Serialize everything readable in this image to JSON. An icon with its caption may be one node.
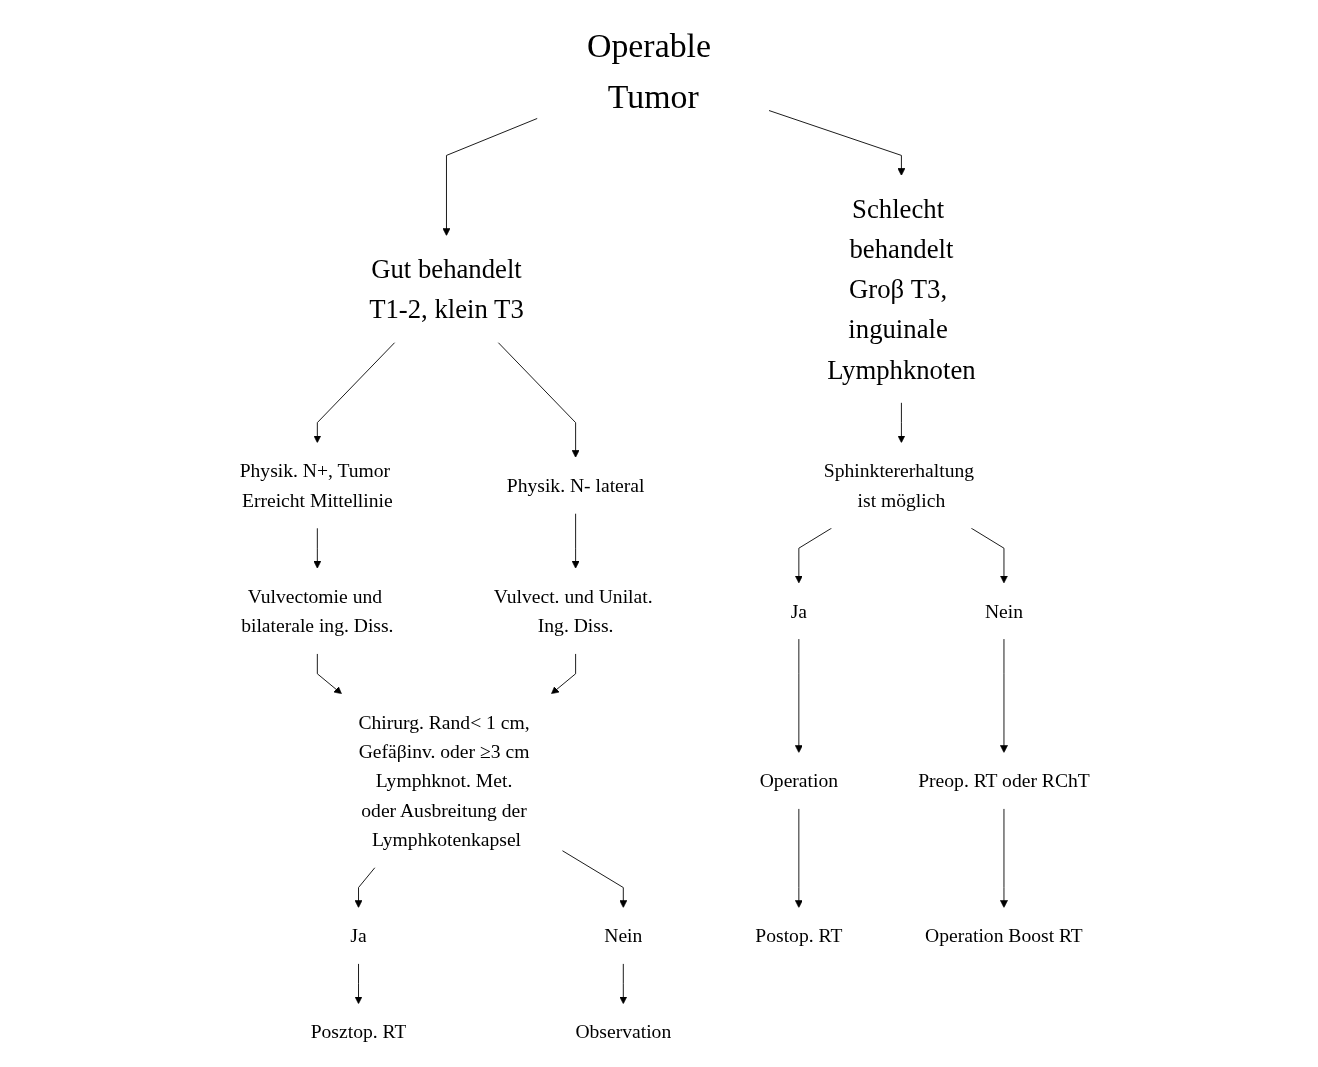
{
  "diagram": {
    "nodes": [
      {
        "text": [
          "Operable Tumor"
        ]
      },
      {
        "text": [
          "Gut behandelt",
          "T1-2, klein T3"
        ]
      },
      {
        "text": [
          "Schlecht behandelt",
          "Groβ T3, inguinale Lymphknoten"
        ]
      },
      {
        "text": [
          "Physik. N+, Tumor Erreicht Mittellinie"
        ]
      },
      {
        "text": [
          "Physik. N- lateral"
        ]
      },
      {
        "text": [
          "Sphinktererhaltung ist möglich"
        ]
      },
      {
        "text": [
          "Vulvectomie und bilaterale ing. Diss."
        ]
      },
      {
        "text": [
          "Vulvect. und Unilat. Ing. Diss."
        ]
      },
      {
        "text": [
          "Ja"
        ]
      },
      {
        "text": [
          "Nein"
        ]
      },
      {
        "text": [
          "Chirurg. Rand< 1 cm, Gefäβinv. oder ≥3 cm Lymphknot. Met. oder Ausbreitung der Lymphkotenkapsel"
        ]
      },
      {
        "text": [
          "Operation"
        ]
      },
      {
        "text": [
          "Preop. RT oder RChT"
        ]
      },
      {
        "text": [
          "Ja"
        ]
      },
      {
        "text": [
          "Nein"
        ]
      },
      {
        "text": [
          "Posztop. RT"
        ]
      },
      {
        "text": [
          "Observation"
        ]
      },
      {
        "text": [
          "Postop. RT"
        ]
      },
      {
        "text": [
          "Operation Boost RT"
        ]
      }
    ],
    "edges": [
      {
        "from": 0,
        "to": 1,
        "arrow": "to"
      },
      {
        "from": 0,
        "to": 2,
        "arrow": "to"
      },
      {
        "from": 1,
        "to": 3,
        "arrow": "to"
      },
      {
        "from": 1,
        "to": 4,
        "arrow": "to"
      },
      {
        "from": 2,
        "to": 5,
        "arrow": "to"
      },
      {
        "from": 3,
        "to": 6,
        "arrow": "to"
      },
      {
        "from": 4,
        "to": 7,
        "arrow": "to"
      },
      {
        "from": 5,
        "to": 8,
        "arrow": "to"
      },
      {
        "from": 5,
        "to": 9,
        "arrow": "to"
      },
      {
        "from": 6,
        "to": 10,
        "arrow": "to"
      },
      {
        "from": 7,
        "to": 10,
        "arrow": "to"
      },
      {
        "from": 8,
        "to": 11,
        "arrow": "to"
      },
      {
        "from": 9,
        "to": 12,
        "arrow": "to"
      },
      {
        "from": 10,
        "to": 13,
        "arrow": "to"
      },
      {
        "from": 10,
        "to": 14,
        "arrow": "to"
      },
      {
        "from": 13,
        "to": 15,
        "arrow": "to"
      },
      {
        "from": 14,
        "to": 16,
        "arrow": "to"
      },
      {
        "from": 11,
        "to": 17,
        "arrow": "to"
      },
      {
        "from": 12,
        "to": 18,
        "arrow": "to"
      }
    ]
  }
}
